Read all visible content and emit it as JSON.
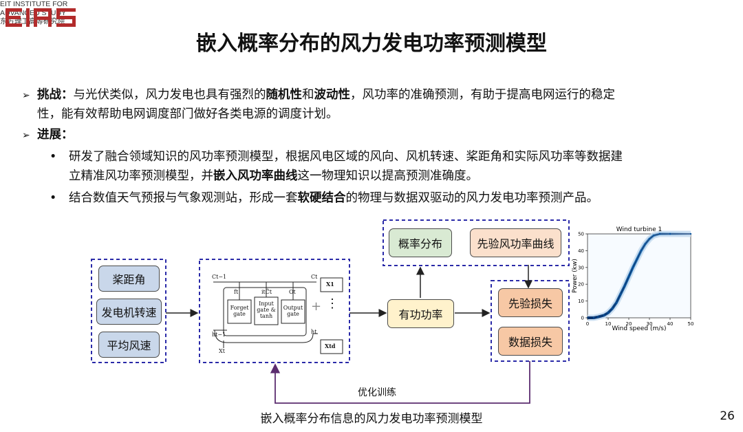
{
  "logo": {
    "mark_text": "EIAS",
    "line1": "EIT INSTITUTE FOR",
    "line2": "ADVANCED STUDY",
    "line3": "东方理工高等研究院",
    "color": "#b22b2b"
  },
  "title": "嵌入概率分布的风力发电功率预测模型",
  "bullets": {
    "challenge": {
      "label": "挑战：",
      "t1": "与光伏类似，风力发电也具有强烈的",
      "b1": "随机性",
      "t2": "和",
      "b2": "波动性",
      "t3": "，风功率的准确预测，有助于提高电网运行的稳定",
      "line2": "性，能有效帮助电网调度部门做好各类电源的调度计划。"
    },
    "progress": {
      "label": "进展：",
      "item1_line1": "研发了融合领域知识的风功率预测模型，根据风电区域的风向、风机转速、桨距角和实际风功率等数据建",
      "item1_line2_a": "立精准风功率预测模型，并",
      "item1_line2_b": "嵌入风功率曲线",
      "item1_line2_c": "这一物理知识以提高预测准确度。",
      "item2_a": "结合数值天气预报与气象观测站，形成一套",
      "item2_b": "软硬结合",
      "item2_c": "的物理与数据双驱动的风力发电功率预测产品。"
    }
  },
  "diagram": {
    "inputs": [
      "桨距角",
      "发电机转速",
      "平均风速"
    ],
    "lstm": {
      "forget": "Forget gate",
      "input": "Input gate & tanh",
      "output": "Output gate",
      "c_prev": "Ct−1",
      "c_t": "Ct",
      "h_prev": "ht−1",
      "h_t": "ht",
      "x_t": "Xt",
      "f_t": "ft",
      "ic_t": "itC̃t",
      "o_t": "Ot",
      "x1": "X1",
      "xtd": "Xtd",
      "plus": "+",
      "dots": "⋮"
    },
    "power": "有功功率",
    "top": [
      "概率分布",
      "先验风功率曲线"
    ],
    "losses": [
      "先验损失",
      "数据损失"
    ],
    "train": "优化训练"
  },
  "chart_data": {
    "type": "heatmap",
    "title": "Wind turbine 1",
    "xlabel": "Wind speed (m/s)",
    "ylabel": "Power (kw)",
    "xlim": [
      0,
      50
    ],
    "ylim": [
      0,
      50
    ],
    "xticks": [
      0,
      10,
      20,
      30,
      40,
      50
    ],
    "yticks": [
      0,
      10,
      20,
      30,
      40,
      50
    ],
    "curve_x": [
      0,
      3,
      5,
      8,
      10,
      12,
      14,
      16,
      18,
      20,
      22,
      24,
      26,
      28,
      30,
      32,
      35,
      40,
      50
    ],
    "curve_y": [
      0,
      0,
      0.5,
      1.5,
      3,
      5.5,
      9,
      14,
      19,
      24.5,
      30,
      35,
      40,
      44,
      47,
      49,
      50,
      50,
      50
    ],
    "colormap": "Blues"
  },
  "caption": "嵌入概率分布信息的风力发电功率预测模型",
  "page_number": "26"
}
